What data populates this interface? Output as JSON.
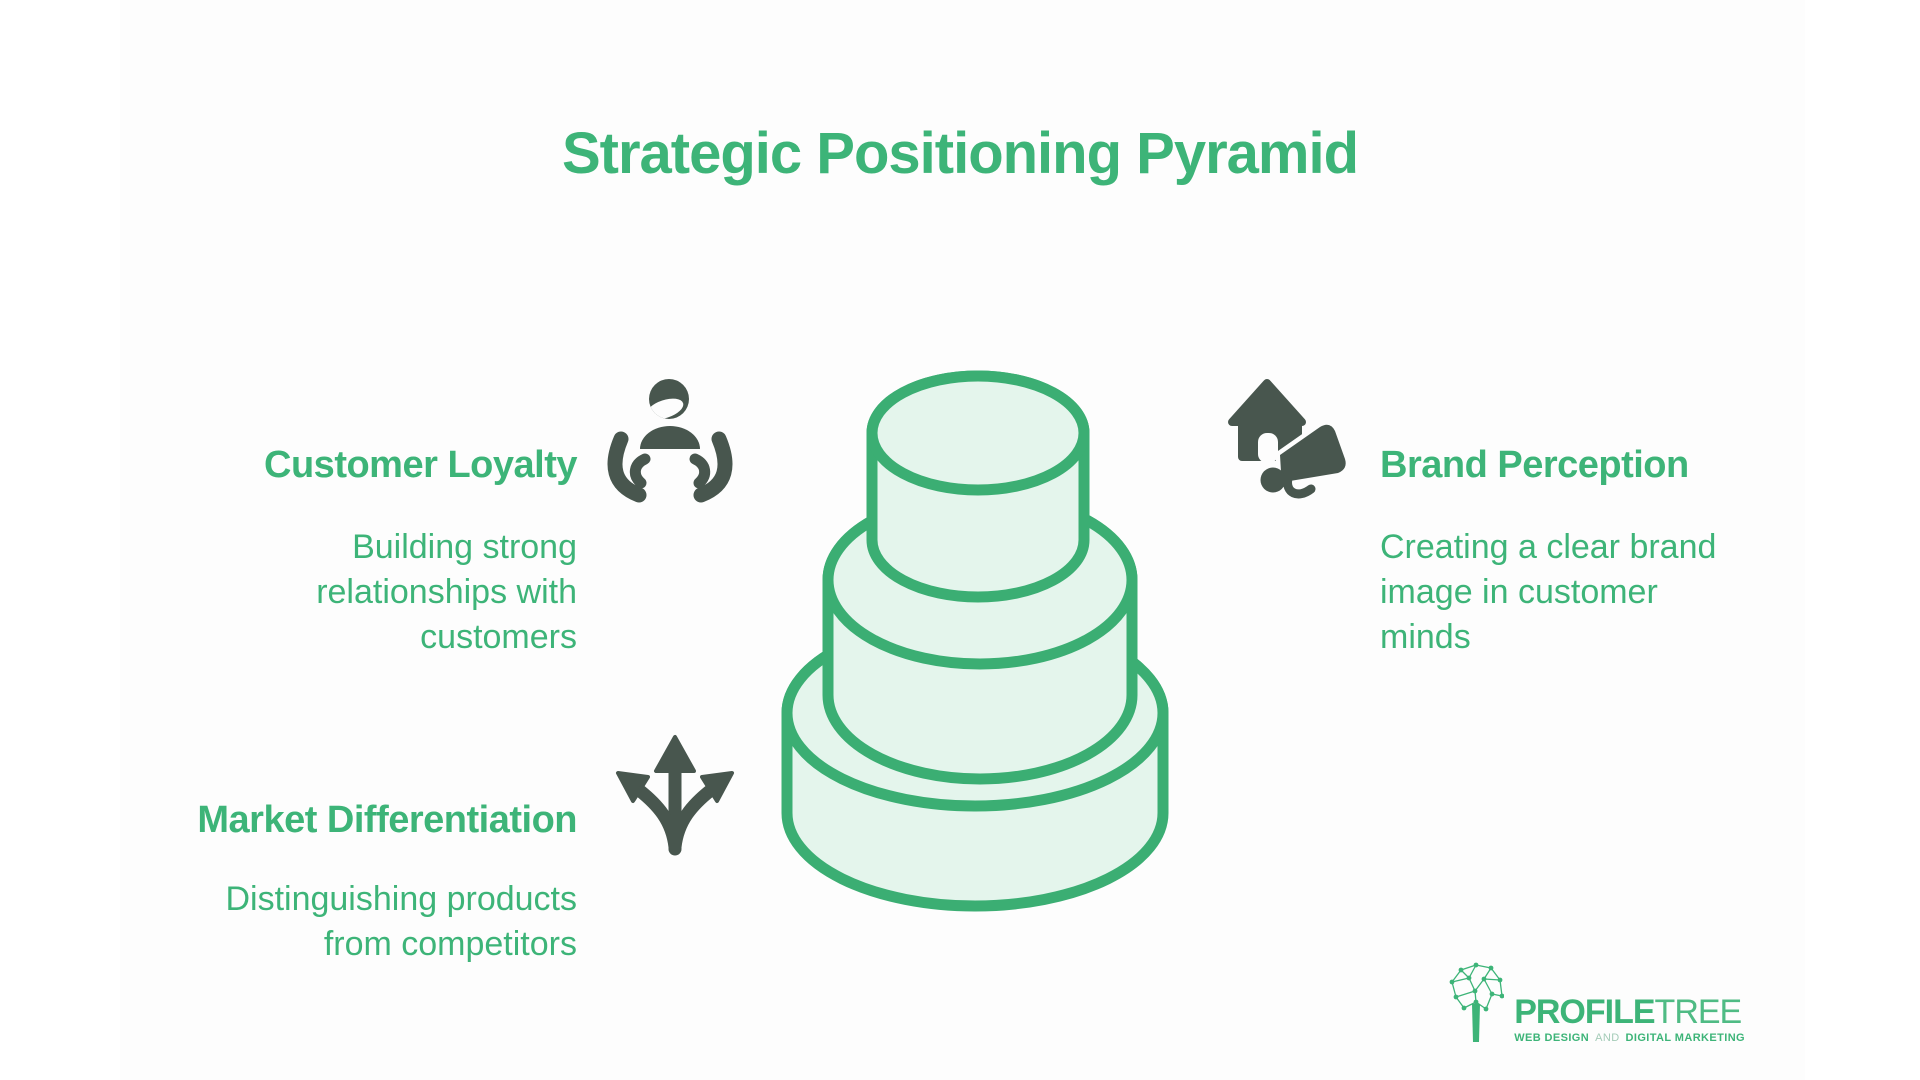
{
  "title": "Strategic Positioning Pyramid",
  "sections": {
    "customer_loyalty": {
      "heading": "Customer Loyalty",
      "lines": [
        "Building strong",
        "relationships with",
        "customers"
      ],
      "icon": "person-in-cupped-hands-icon"
    },
    "brand_perception": {
      "heading": "Brand Perception",
      "lines": [
        "Creating a clear brand",
        "image in customer",
        "minds"
      ],
      "icon": "house-megaphone-icon"
    },
    "market_differentiation": {
      "heading": "Market Differentiation",
      "lines": [
        "Distinguishing products",
        "from competitors"
      ],
      "icon": "three-way-branching-arrow-icon"
    }
  },
  "pyramid": {
    "type": "three-tier-cylinder-stack",
    "tier_count": 3
  },
  "logo": {
    "brand_bold": "PROFILE",
    "brand_light": "TREE",
    "tagline_left": "WEB DESIGN",
    "tagline_mid": "AND",
    "tagline_right": "DIGITAL MARKETING"
  },
  "colors": {
    "accent_green": "#3db478",
    "icon_dark": "#48564e",
    "pyramid_fill": "#e4f5ec",
    "pyramid_stroke": "#3bae73",
    "canvas": "#fdfdfd",
    "background": "#ffffff",
    "tagline_muted": "#a3cbb7"
  }
}
